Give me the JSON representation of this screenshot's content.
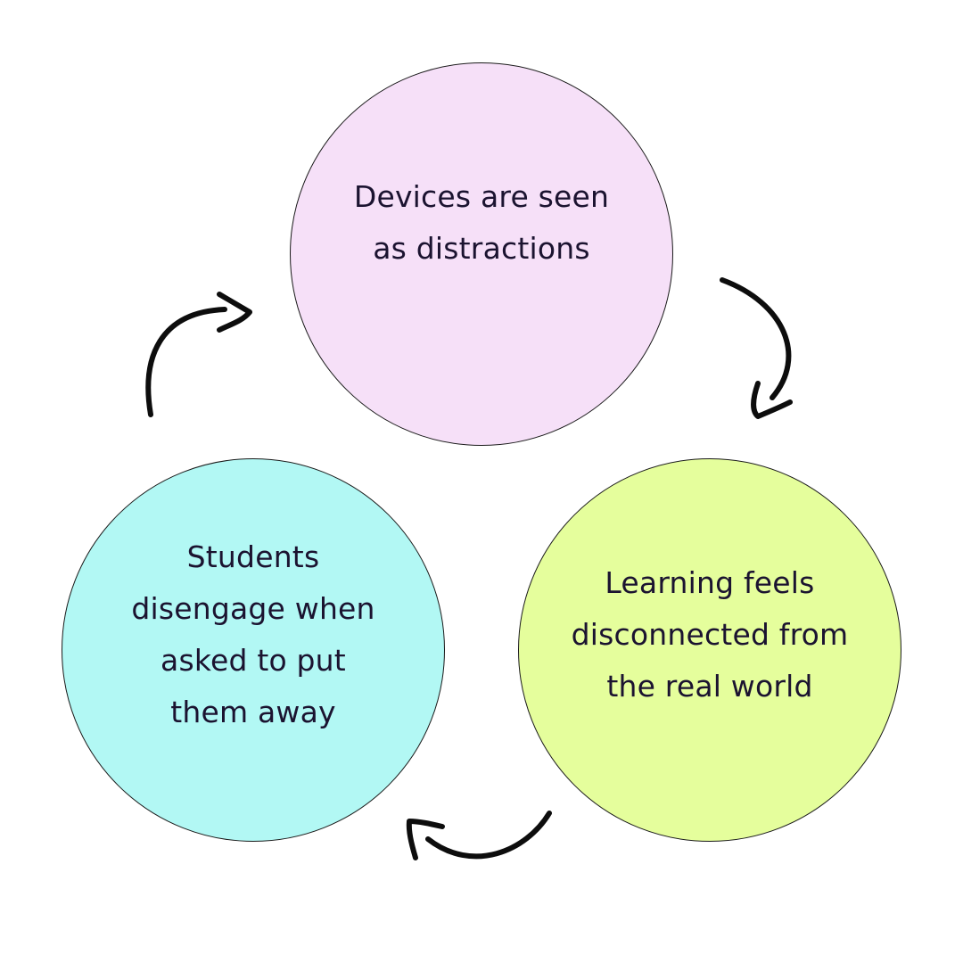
{
  "diagram": {
    "nodes": [
      {
        "id": "distractions",
        "text": "Devices are seen\nas distractions",
        "color": "#f6e0f8"
      },
      {
        "id": "disconnected",
        "text": "Learning feels\ndisconnected from\nthe real world",
        "color": "#e5fe9c"
      },
      {
        "id": "disengage",
        "text": "Students\ndisengage when\nasked to put\nthem away",
        "color": "#b2f8f4"
      }
    ],
    "edges": [
      {
        "from": "distractions",
        "to": "disconnected"
      },
      {
        "from": "disconnected",
        "to": "disengage"
      },
      {
        "from": "disengage",
        "to": "distractions"
      }
    ]
  }
}
